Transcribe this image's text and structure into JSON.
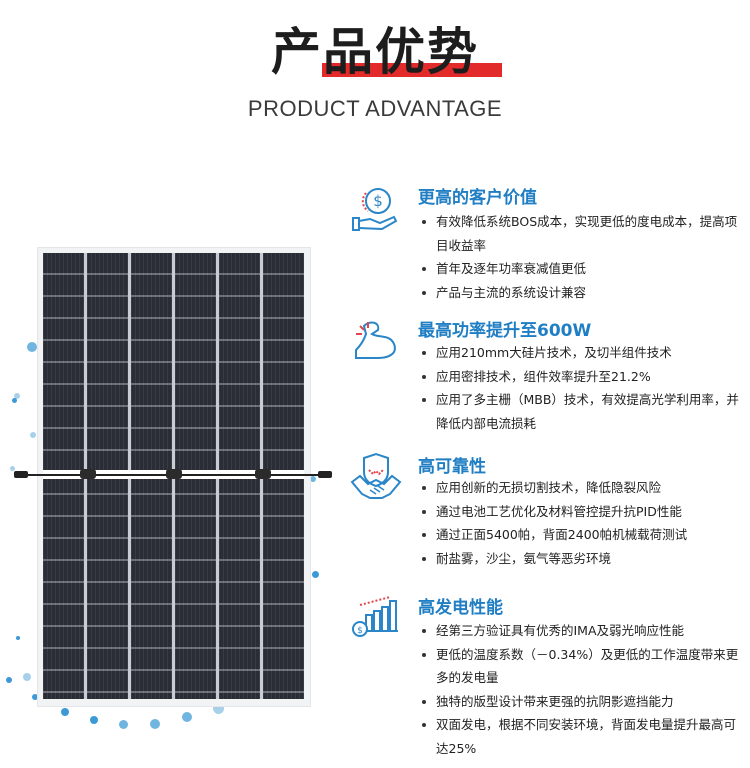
{
  "header": {
    "title_cn": "产品优势",
    "title_en": "PRODUCT ADVANTAGE",
    "accent_color": "#e32a2a"
  },
  "product_image": {
    "subject": "bifacial solar panel",
    "columns": 6
  },
  "features": [
    {
      "icon": "hand-coin-icon",
      "title": "更高的客户价值",
      "bullets": [
        "有效降低系统BOS成本，实现更低的度电成本，提高项目收益率",
        "首年及逐年功率衰减值更低",
        "产品与主流的系统设计兼容"
      ]
    },
    {
      "icon": "flexed-arm-icon",
      "title": "最高功率提升至600W",
      "bullets": [
        "应用210mm大硅片技术，及切半组件技术",
        "应用密排技术，组件效率提升至21.2%",
        "应用了多主栅（MBB）技术，有效提高光学利用率，并降低内部电流损耗"
      ]
    },
    {
      "icon": "shield-handshake-icon",
      "title": "高可靠性",
      "bullets": [
        "应用创新的无损切割技术，降低隐裂风险",
        "通过电池工艺优化及材料管控提升抗PID性能",
        "通过正面5400帕，背面2400帕机械载荷测试",
        "耐盐雾，沙尘，氨气等恶劣环境"
      ]
    },
    {
      "icon": "growth-bars-coin-icon",
      "title": "高发电性能",
      "bullets": [
        "经第三方验证具有优秀的IMA及弱光响应性能",
        "更低的温度系数（－0.34%）及更低的工作温度带来更多的发电量",
        "独特的版型设计带来更强的抗阴影遮挡能力",
        "双面发电，根据不同安装环境，背面发电量提升最高可达25%"
      ]
    }
  ],
  "colors": {
    "heading_blue": "#1f7ec4",
    "icon_blue": "#2a86c8",
    "icon_red": "#e0474c",
    "panel_dark": "#2a2d35"
  }
}
